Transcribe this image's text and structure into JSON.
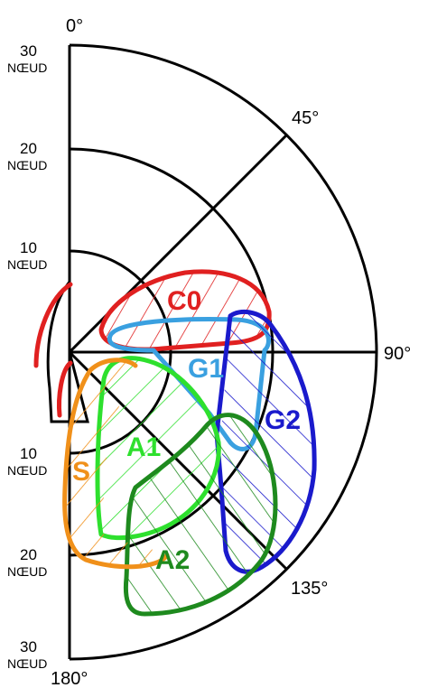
{
  "diagram": {
    "angle_labels": {
      "a0": "0°",
      "a45": "45°",
      "a90": "90°",
      "a135": "135°",
      "a180": "180°"
    },
    "speed_labels_top": [
      {
        "value": "30",
        "unit": "NŒUD"
      },
      {
        "value": "20",
        "unit": "NŒUD"
      },
      {
        "value": "10",
        "unit": "NŒUD"
      }
    ],
    "speed_labels_bottom": [
      {
        "value": "10",
        "unit": "NŒUD"
      },
      {
        "value": "20",
        "unit": "NŒUD"
      },
      {
        "value": "30",
        "unit": "NŒUD"
      }
    ],
    "zones": [
      {
        "id": "C0",
        "label": "C0",
        "color": "#e02020"
      },
      {
        "id": "G1",
        "label": "G1",
        "color": "#3aa0e0"
      },
      {
        "id": "G2",
        "label": "G2",
        "color": "#1a1acc"
      },
      {
        "id": "A1",
        "label": "A1",
        "color": "#2ee02e"
      },
      {
        "id": "A2",
        "label": "A2",
        "color": "#1e8a1e"
      },
      {
        "id": "S",
        "label": "S",
        "color": "#f0901a"
      }
    ]
  }
}
